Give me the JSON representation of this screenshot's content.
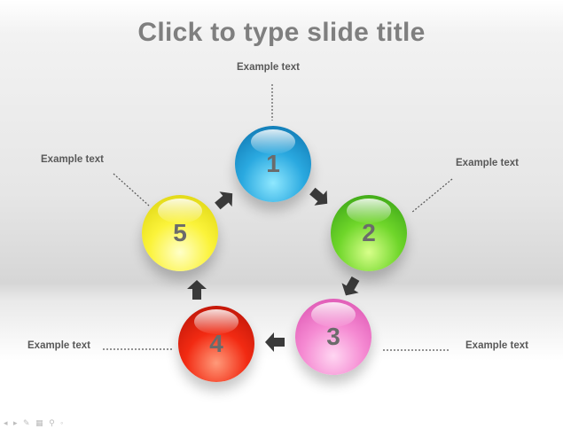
{
  "slide": {
    "title": "Click to type slide title"
  },
  "nodes": [
    {
      "number": "1",
      "label": "Example text",
      "color": "#1e9fd8"
    },
    {
      "number": "2",
      "label": "Example text",
      "color": "#5fcf22"
    },
    {
      "number": "3",
      "label": "Example text",
      "color": "#f07fcb"
    },
    {
      "number": "4",
      "label": "Example text",
      "color": "#e82812"
    },
    {
      "number": "5",
      "label": "Example text",
      "color": "#f5ee2a"
    }
  ],
  "arrows": [
    {
      "from": "1",
      "to": "2"
    },
    {
      "from": "2",
      "to": "3"
    },
    {
      "from": "3",
      "to": "4"
    },
    {
      "from": "4",
      "to": "5"
    },
    {
      "from": "5",
      "to": "1"
    }
  ]
}
